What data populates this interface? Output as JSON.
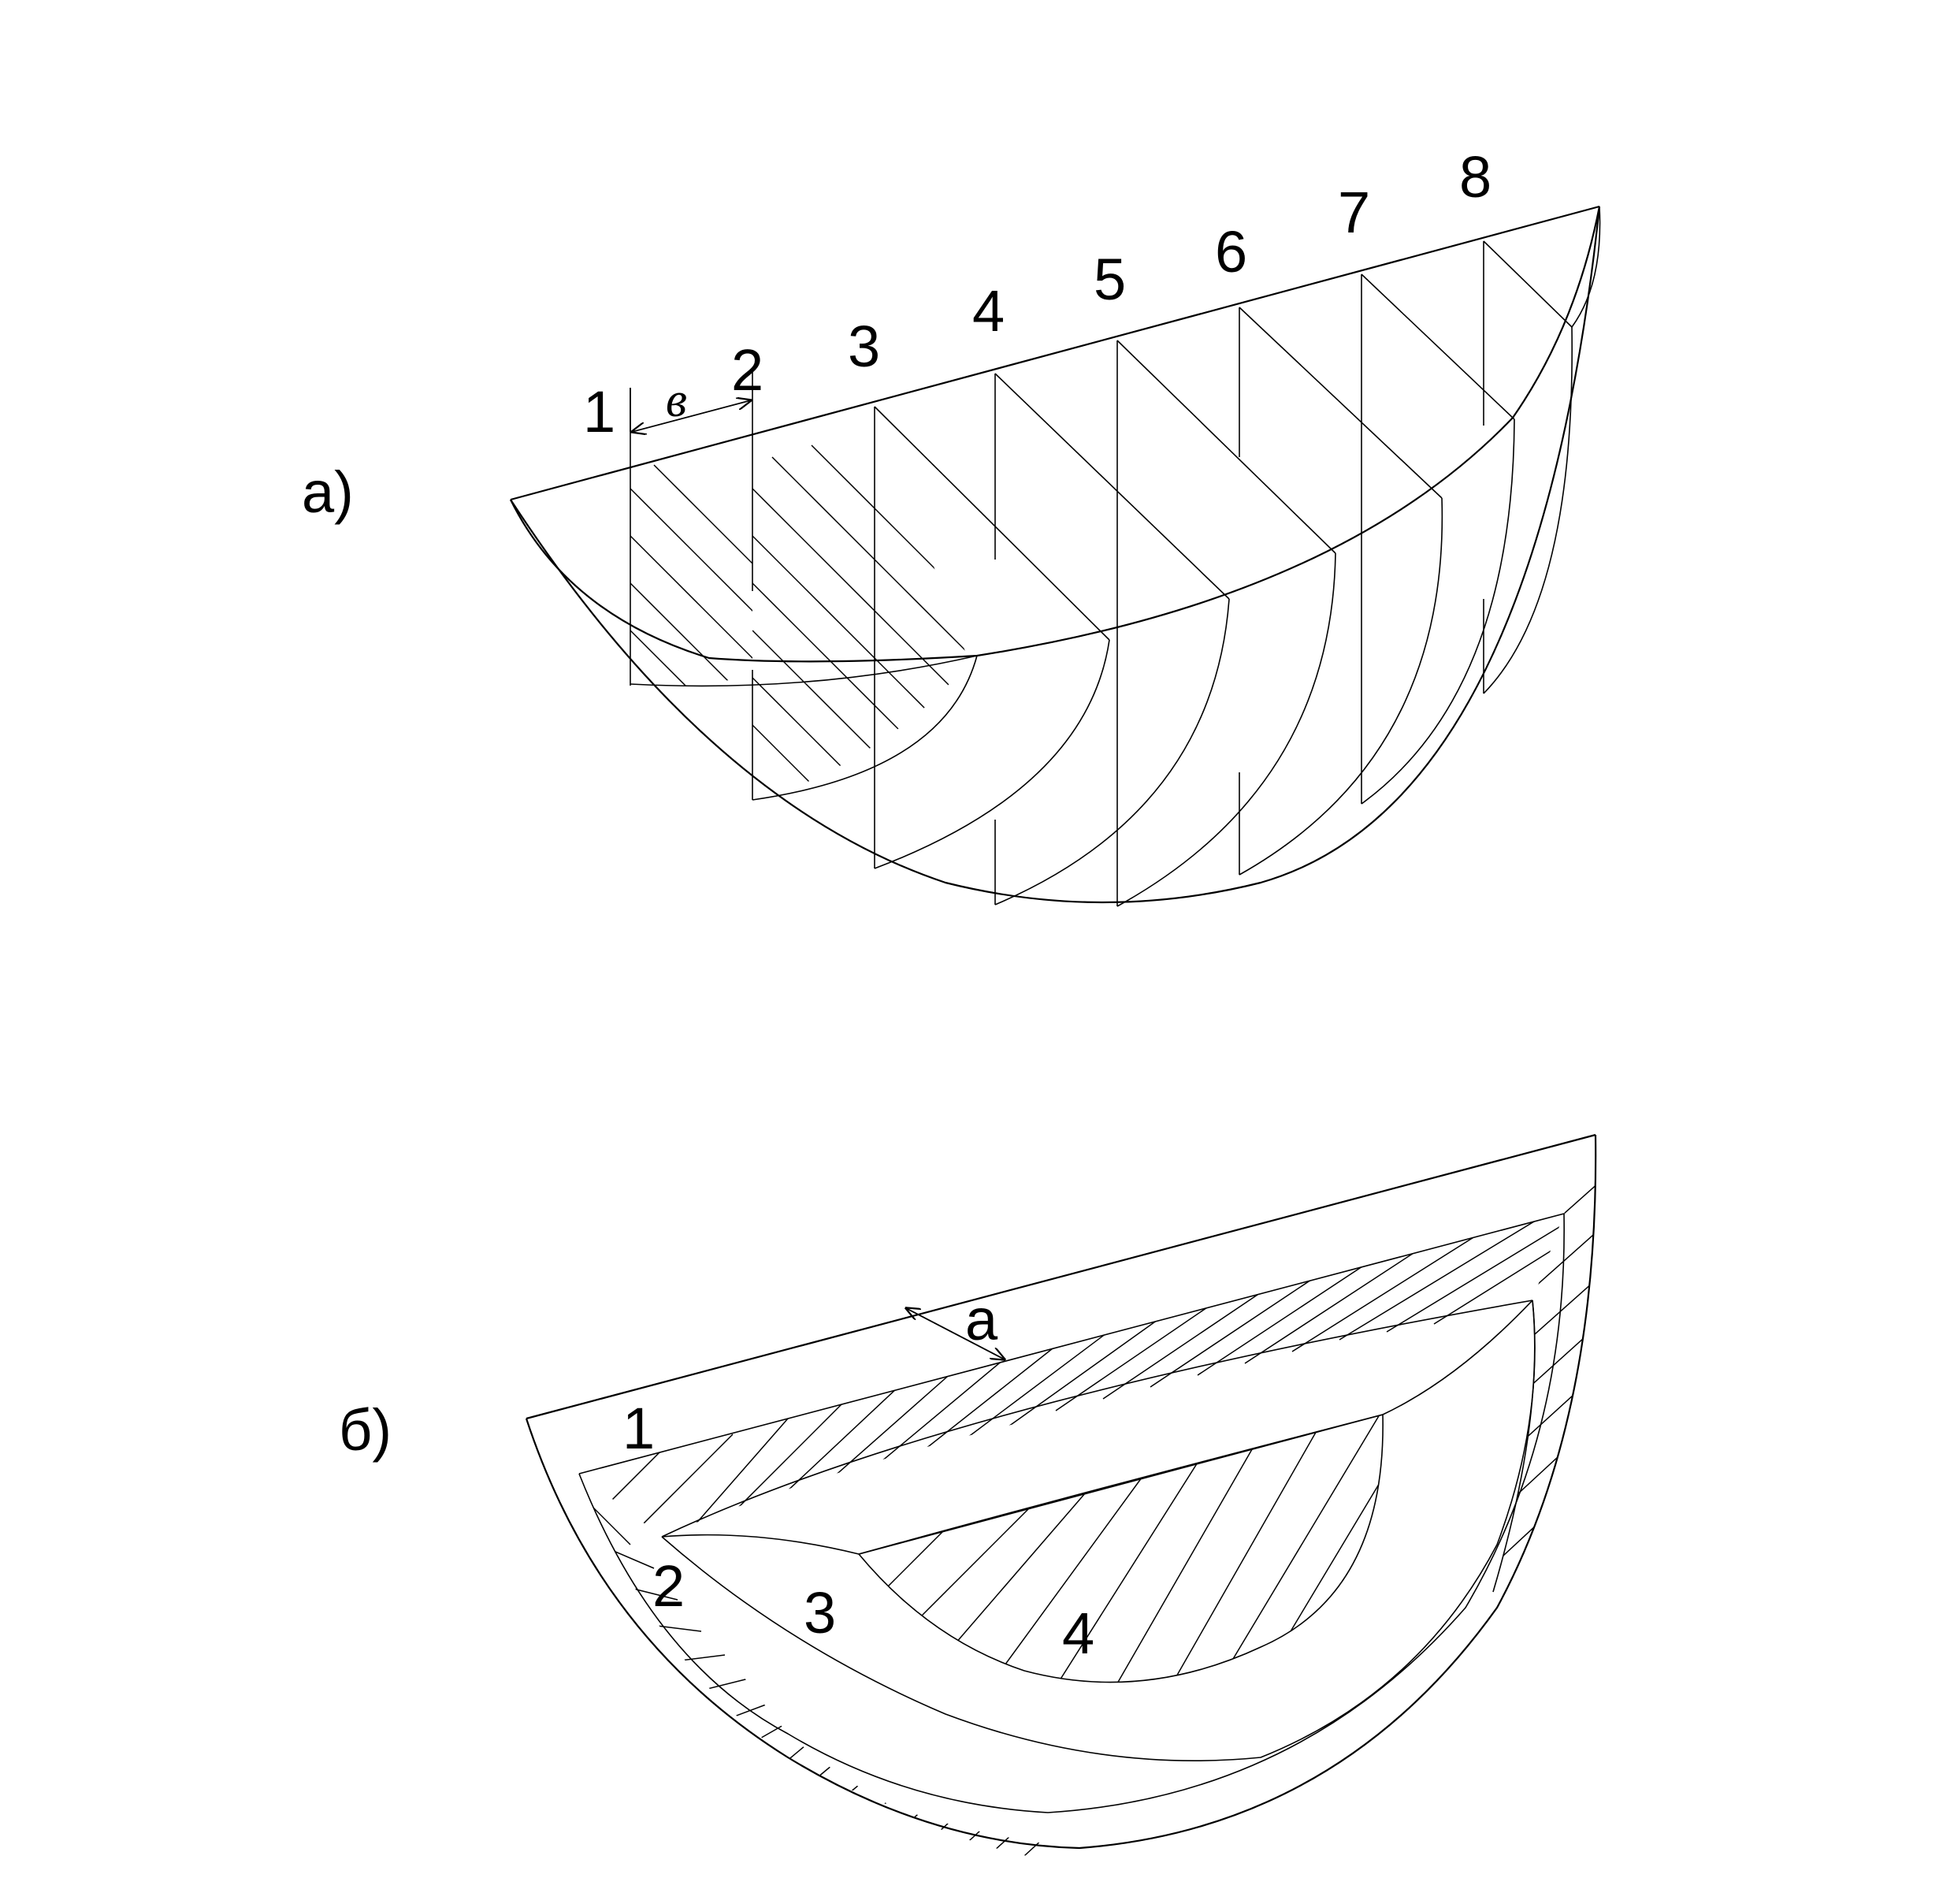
{
  "figure_a": {
    "caption": "а)",
    "sections": [
      "1",
      "2",
      "3",
      "4",
      "5",
      "6",
      "7",
      "8"
    ],
    "width_label": "в"
  },
  "figure_b": {
    "caption": "б)",
    "zones": [
      "1",
      "2",
      "3",
      "4"
    ],
    "offset_label": "a"
  }
}
